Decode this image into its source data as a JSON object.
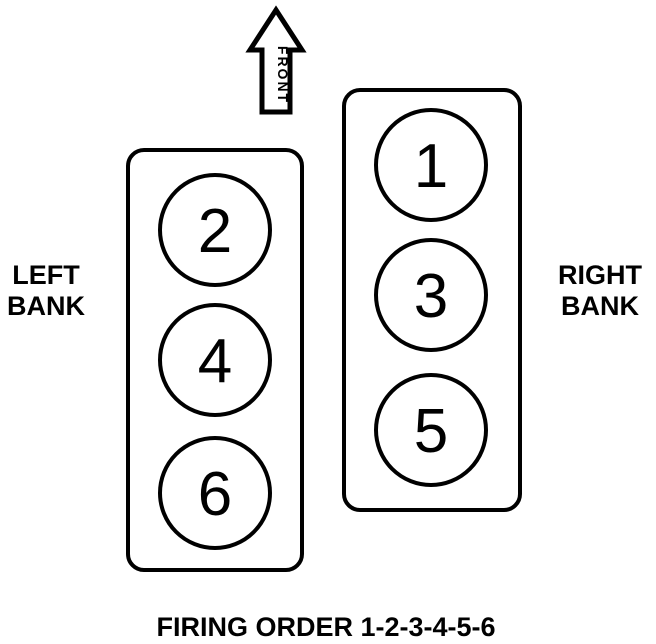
{
  "front_arrow": {
    "label": "FRONT",
    "icon": "up-arrow-icon"
  },
  "left_bank": {
    "line1": "LEFT",
    "line2": "BANK",
    "cylinders": [
      "2",
      "4",
      "6"
    ]
  },
  "right_bank": {
    "line1": "RIGHT",
    "line2": "BANK",
    "cylinders": [
      "1",
      "3",
      "5"
    ]
  },
  "caption": "FIRING ORDER 1-2-3-4-5-6"
}
